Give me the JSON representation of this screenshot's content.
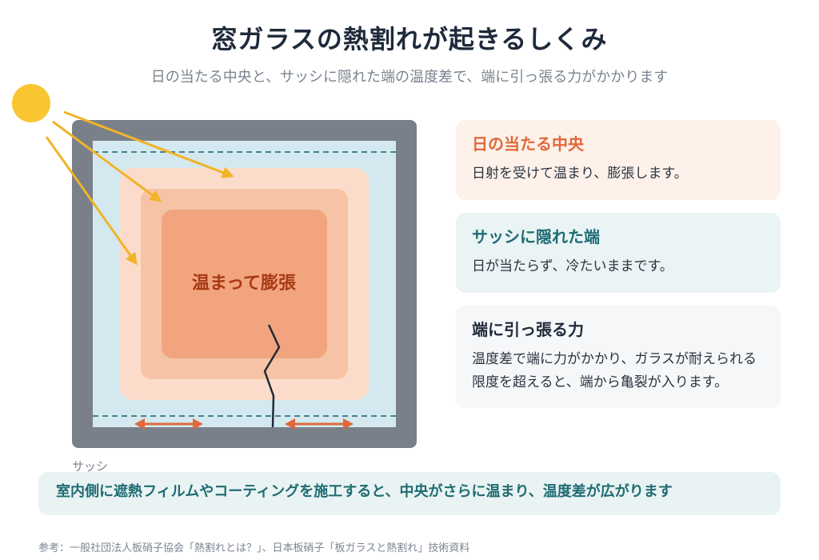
{
  "title": "窓ガラスの熱割れが起きるしくみ",
  "subtitle": "日の当たる中央と、サッシに隠れた端の温度差で、端に引っ張る力がかかります",
  "diagram": {
    "center_label": "温まって膨張",
    "sash_label": "サッシ",
    "colors": {
      "sash": "#7a8089",
      "glass": "#d3e9ef",
      "zone_outer": "#fbdcca",
      "zone_middle": "#f7c3a6",
      "zone_inner": "#f2a47e",
      "center_text": "#a63a15",
      "sun": "#f9c531",
      "ray": "#f0b429",
      "tension_arrow": "#e0683a",
      "crack": "#1e2a3a"
    }
  },
  "cards": [
    {
      "title": "日の当たる中央",
      "body": "日射を受けて温まり、膨張します。"
    },
    {
      "title": "サッシに隠れた端",
      "body": "日が当たらず、冷たいままです。"
    },
    {
      "title": "端に引っ張る力",
      "body": "温度差で端に力がかかり、ガラスが耐えられる限度を超えると、端から亀裂が入ります。"
    }
  ],
  "note": "室内側に遮熱フィルムやコーティングを施工すると、中央がさらに温まり、温度差が広がります",
  "source": "参考：一般社団法人板硝子協会「熱割れとは？」、日本板硝子「板ガラスと熱割れ」技術資料"
}
